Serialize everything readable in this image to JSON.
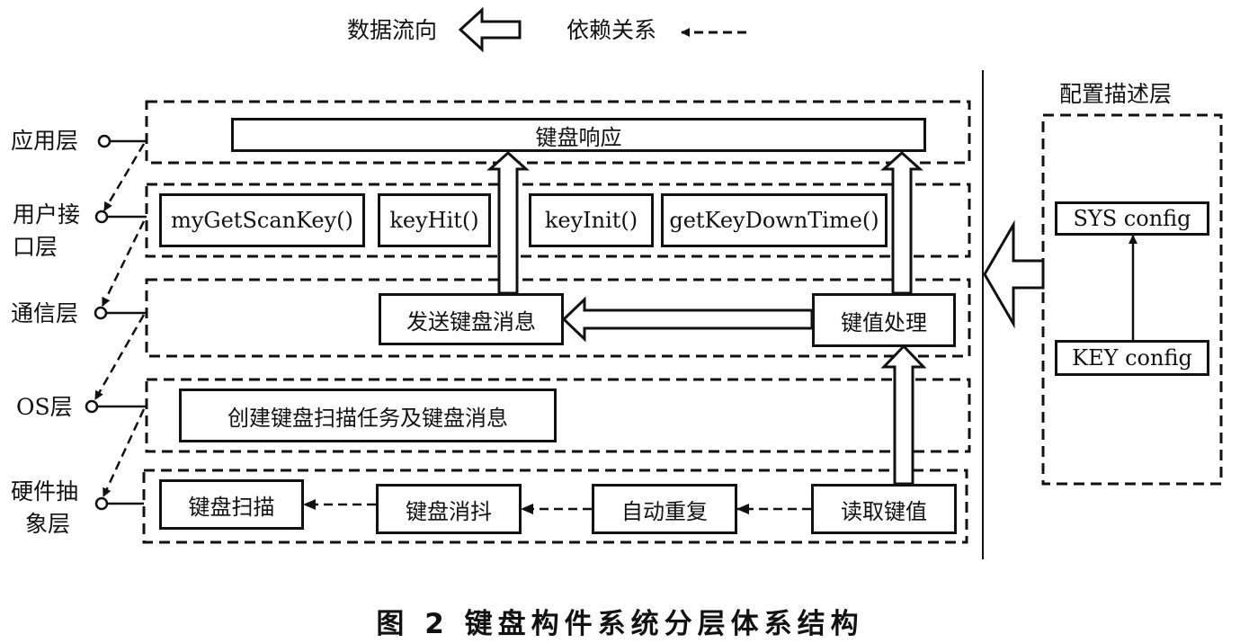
{
  "legend": {
    "data_flow": "数据流向",
    "dependency": "依赖关系"
  },
  "layers": {
    "app": "应用层",
    "user_interface_line1": "用户接",
    "user_interface_line2": "口层",
    "comm": "通信层",
    "os": "OS层",
    "hal_line1": "硬件抽",
    "hal_line2": "象层"
  },
  "config": {
    "title": "配置描述层",
    "sys": "SYS config",
    "key": "KEY config"
  },
  "boxes": {
    "keyboard_response": "键盘响应",
    "my_get_scan_key": "myGetScanKey()",
    "key_hit": "keyHit()",
    "key_init": "keyInit()",
    "get_key_down_time": "getKeyDownTime()",
    "send_message": "发送键盘消息",
    "key_processing": "键值处理",
    "create_task": "创建键盘扫描任务及键盘消息",
    "keyboard_scan": "键盘扫描",
    "debounce": "键盘消抖",
    "auto_repeat": "自动重复",
    "read_key": "读取键值"
  },
  "caption": "图 2   键盘构件系统分层体系结构"
}
